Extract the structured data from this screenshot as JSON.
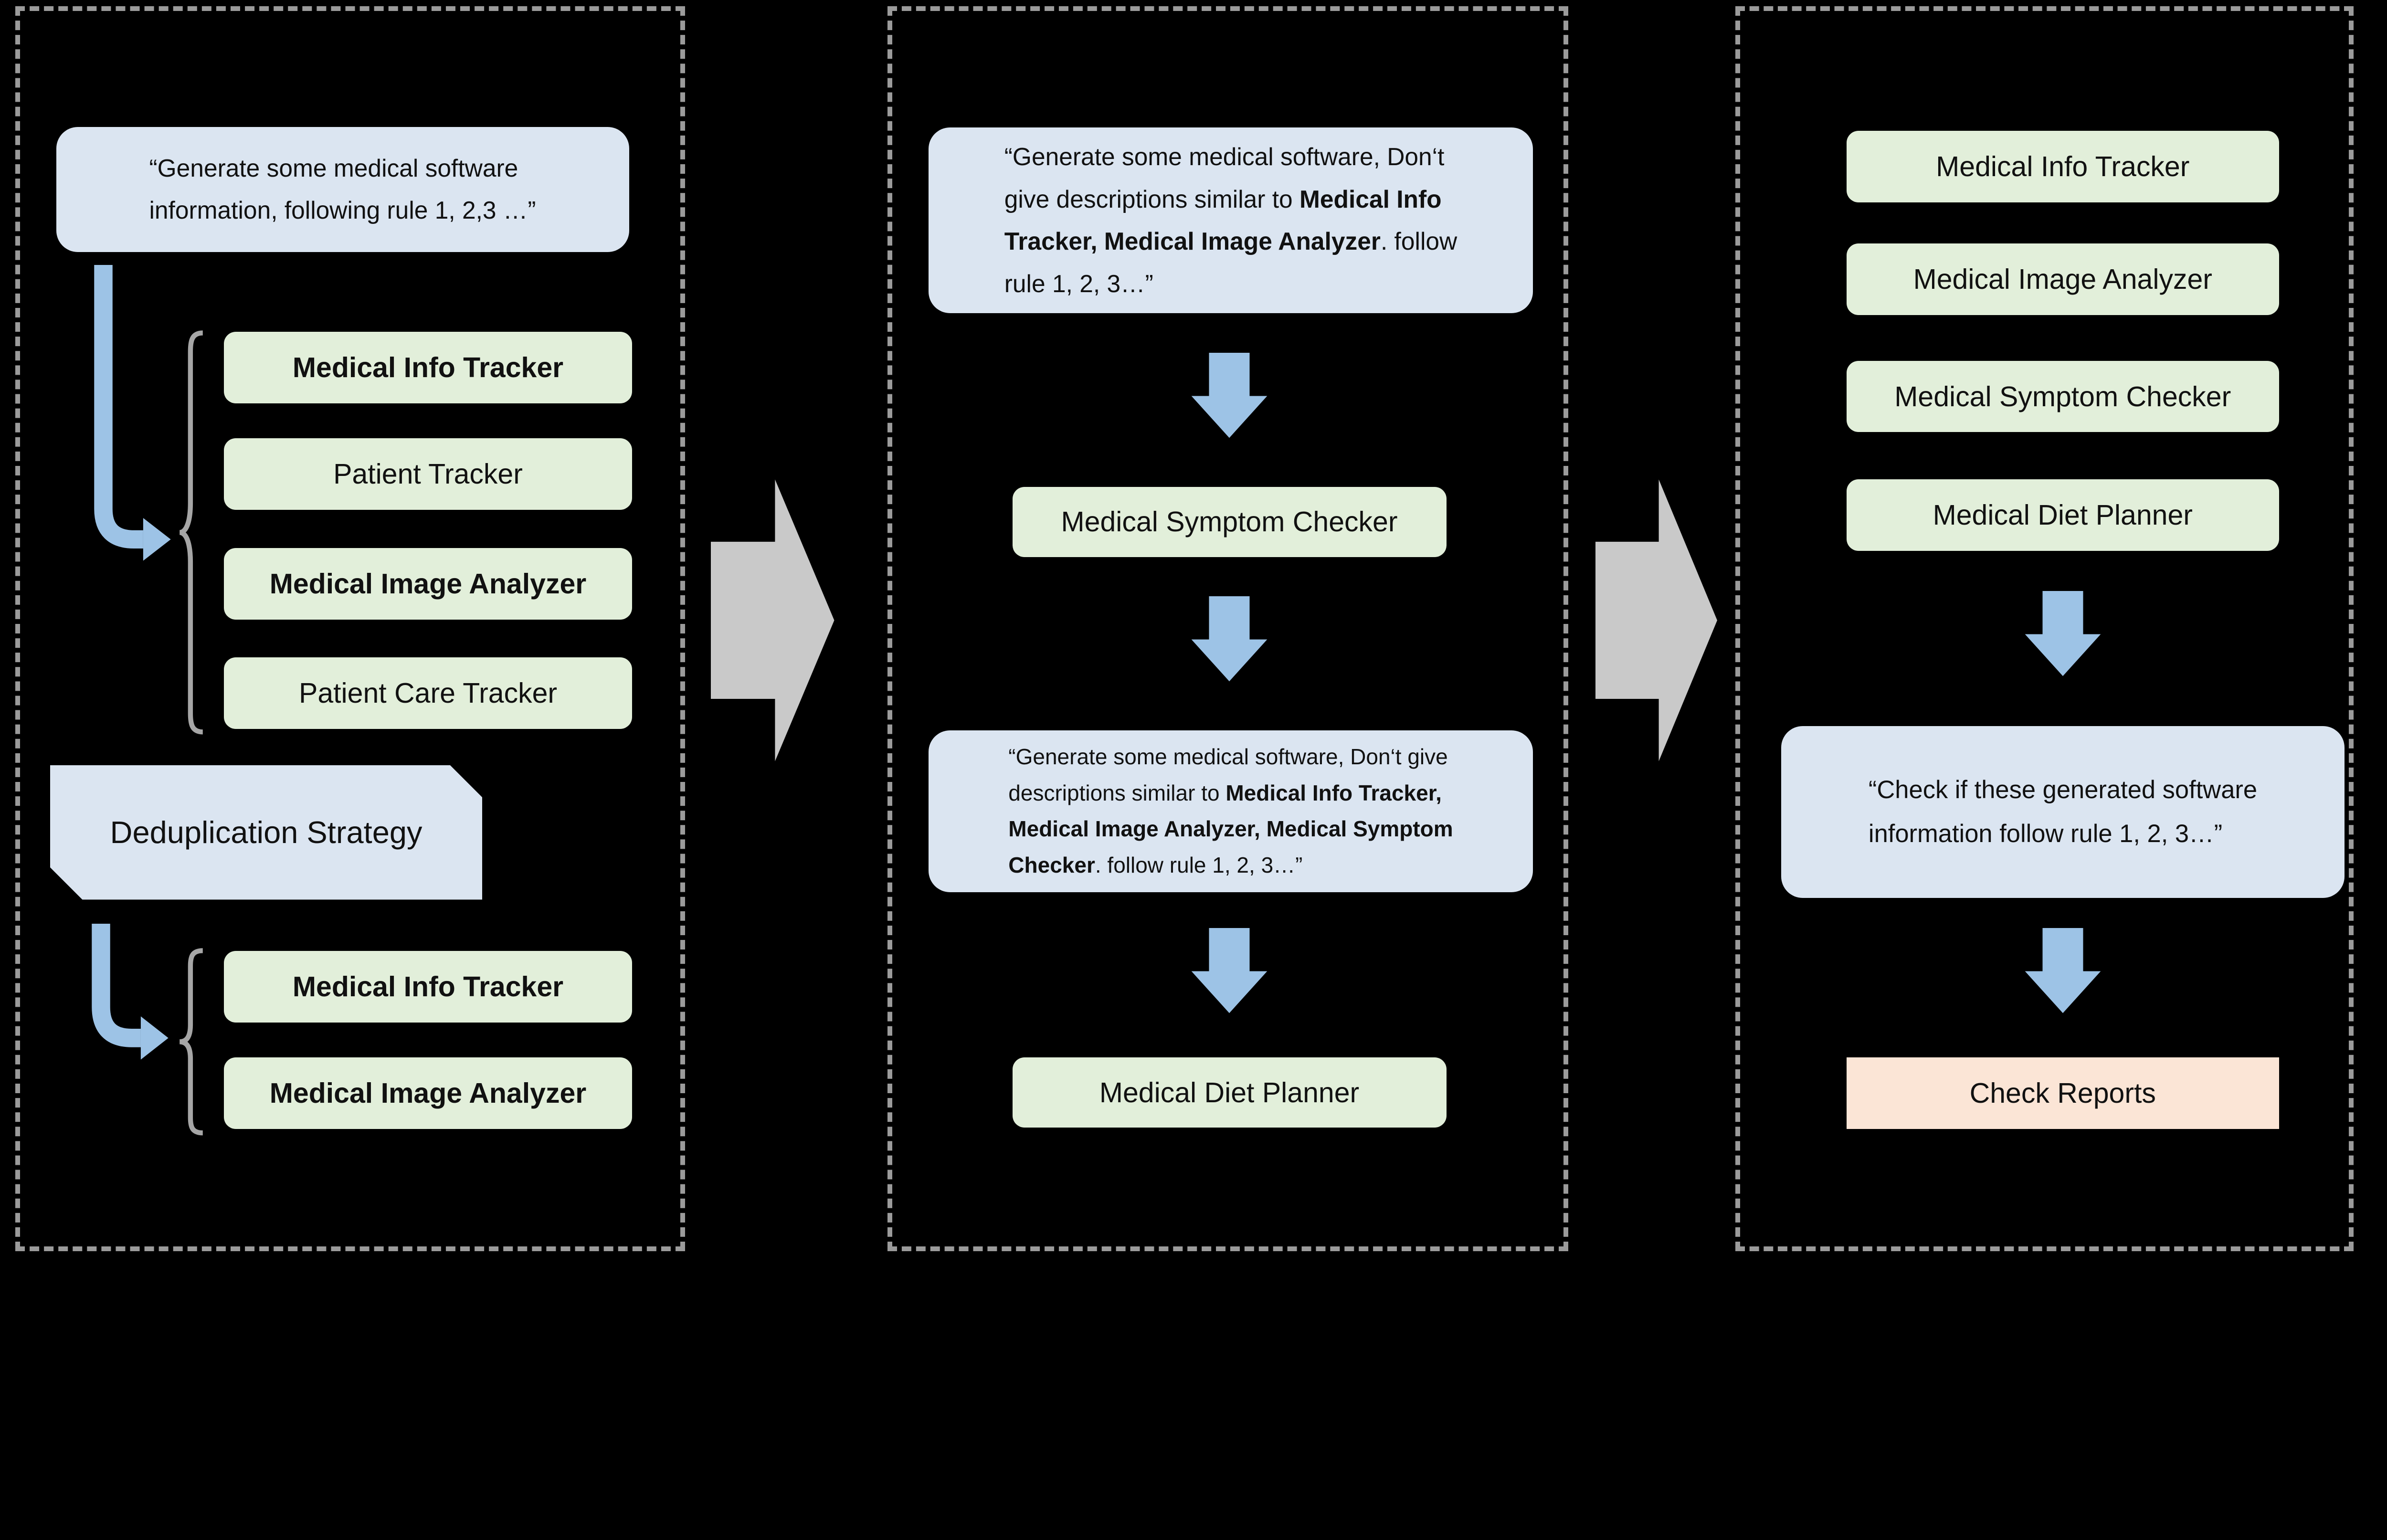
{
  "colors": {
    "background": "#000000",
    "panel_border": "#9b9b9b",
    "prompt_fill": "#dbe5f1",
    "software_fill": "#e2efda",
    "report_fill": "#fbe5d6",
    "arrow_blue": "#9dc3e6",
    "arrow_gray": "#c9c9c9",
    "brace_gray": "#a6a6a6",
    "text": "#111111"
  },
  "left_panel": {
    "prompt": "“Generate some medical software\ninformation, following rule 1, 2,3 …”",
    "software_items": [
      {
        "label": "Medical Info Tracker",
        "bold": true
      },
      {
        "label": "Patient Tracker",
        "bold": false
      },
      {
        "label": "Medical Image Analyzer",
        "bold": true
      },
      {
        "label": "Patient Care Tracker",
        "bold": false
      }
    ],
    "dedup_title": "Deduplication Strategy",
    "dedup_items": [
      {
        "label": "Medical Info Tracker",
        "bold": true
      },
      {
        "label": "Medical Image Analyzer",
        "bold": true
      }
    ]
  },
  "middle_panel": {
    "prompt1": [
      {
        "text": "“Generate some medical software, Don‘t\ngive descriptions similar to ",
        "bold": false
      },
      {
        "text": "Medical Info\nTracker, Medical Image Analyzer",
        "bold": true
      },
      {
        "text": ". follow\nrule 1, 2, 3…”",
        "bold": false
      }
    ],
    "result1": "Medical Symptom Checker",
    "prompt2": [
      {
        "text": "“Generate some medical software, Don‘t give\ndescriptions similar to ",
        "bold": false
      },
      {
        "text": "Medical Info Tracker,\nMedical Image Analyzer, Medical Symptom\nChecker",
        "bold": true
      },
      {
        "text": ". follow rule 1, 2, 3…”",
        "bold": false
      }
    ],
    "result2": "Medical Diet Planner"
  },
  "right_panel": {
    "software_items": [
      "Medical Info Tracker",
      "Medical Image Analyzer",
      "Medical Symptom Checker",
      "Medical Diet Planner"
    ],
    "check_prompt": "“Check if these generated software\ninformation follow rule 1, 2, 3…”",
    "report_label": "Check Reports"
  }
}
